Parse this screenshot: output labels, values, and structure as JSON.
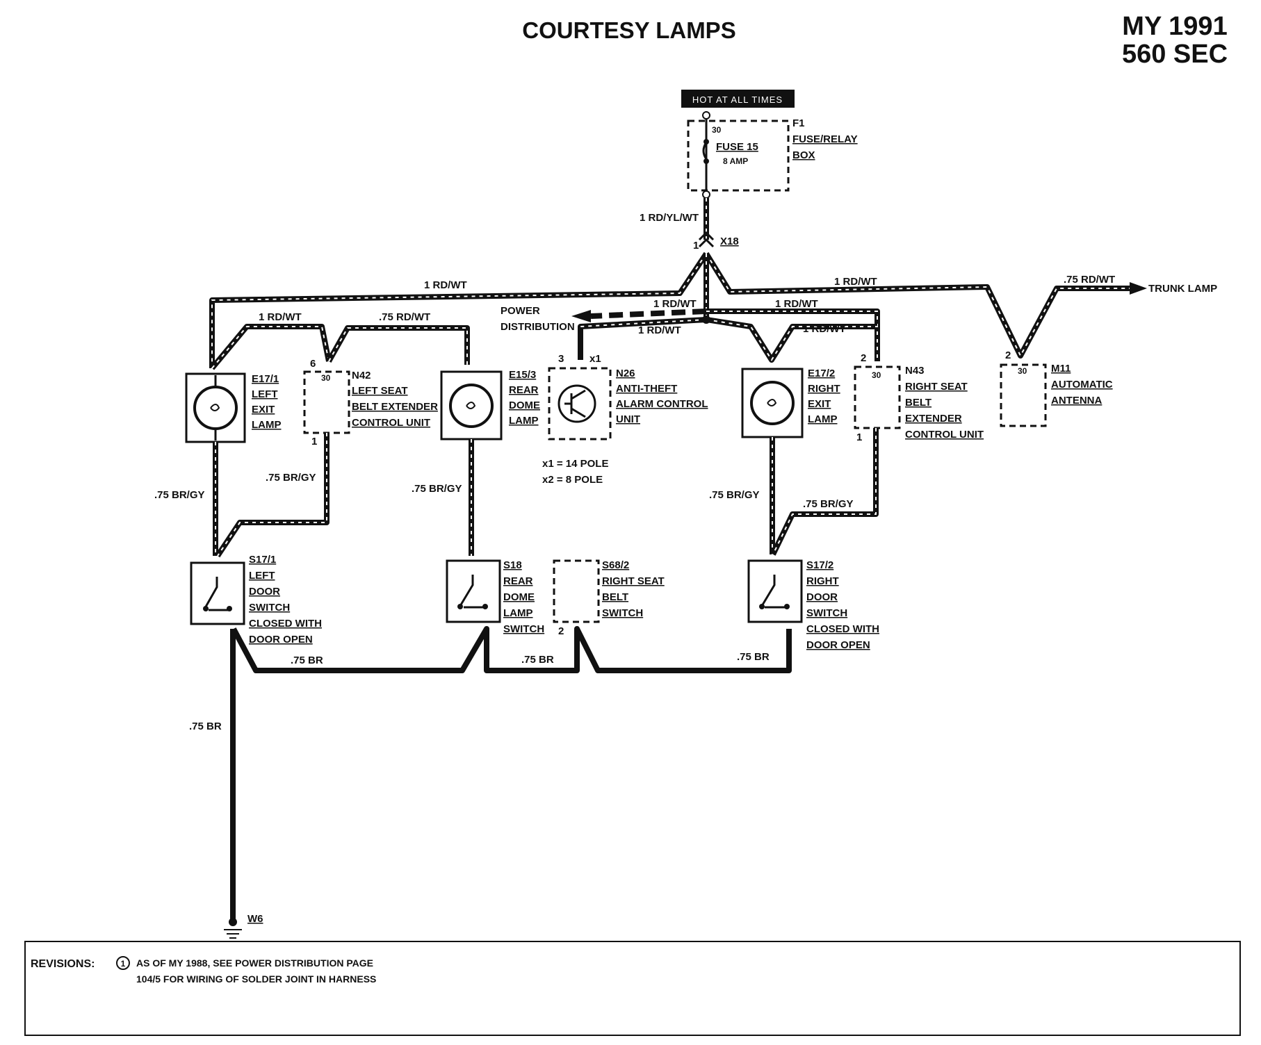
{
  "header": {
    "title": "COURTESY LAMPS",
    "model_year": "MY 1991",
    "model": "560 SEC"
  },
  "power": {
    "hot_label": "HOT AT ALL TIMES",
    "fuse_box": {
      "id": "F1",
      "name_lines": [
        "FUSE/RELAY",
        "BOX"
      ],
      "terminal": "30",
      "fuse": "FUSE 15",
      "rating": "8 AMP"
    },
    "feed_wire": "1 RD/YL/WT",
    "connector": {
      "id": "X18",
      "pin": "1"
    },
    "distribution_label_lines": [
      "POWER",
      "DISTRIBUTION"
    ],
    "trunk_label": "TRUNK LAMP"
  },
  "wires": {
    "rd_wt_top_left": "1 RD/WT",
    "rd_wt_top_right": "1 RD/WT",
    "rd_wt_trunk": ".75 RD/WT",
    "rd_wt_left_exit": "1 RD/WT",
    "rd_wt_n42": ".75 RD/WT",
    "rd_wt_dist": "1 RD/WT",
    "rd_wt_n43": "1 RD/WT",
    "rd_wt_mid": "1 RD/WT",
    "rd_wt_right_exit": "1 RD/WT",
    "br_gy_left": ".75 BR/GY",
    "br_gy_n42": ".75 BR/GY",
    "br_gy_rear": ".75 BR/GY",
    "br_gy_right": ".75 BR/GY",
    "br_gy_n43": ".75 BR/GY",
    "br_1": ".75 BR",
    "br_2": ".75 BR",
    "br_3": ".75 BR",
    "br_ground": ".75 BR"
  },
  "components": {
    "e17_1": {
      "id": "E17/1",
      "lines": [
        "LEFT",
        "EXIT",
        "LAMP"
      ]
    },
    "n42": {
      "id": "N42",
      "lines": [
        "LEFT SEAT",
        "BELT EXTENDER",
        "CONTROL UNIT"
      ],
      "pin_top": "6",
      "pin_bottom": "1",
      "terminal": "30"
    },
    "e15_3": {
      "id": "E15/3",
      "lines": [
        "REAR",
        "DOME",
        "LAMP"
      ]
    },
    "n26": {
      "id": "N26",
      "lines": [
        "ANTI-THEFT",
        "ALARM CONTROL",
        "UNIT"
      ],
      "pin": "3",
      "connector": "x1",
      "notes": [
        "x1 = 14 POLE",
        "x2 = 8 POLE"
      ]
    },
    "e17_2": {
      "id": "E17/2",
      "lines": [
        "RIGHT",
        "EXIT",
        "LAMP"
      ]
    },
    "n43": {
      "id": "N43",
      "lines": [
        "RIGHT SEAT",
        "BELT",
        "EXTENDER",
        "CONTROL UNIT"
      ],
      "pin_top": "2",
      "pin_bottom": "1",
      "terminal": "30"
    },
    "m11": {
      "id": "M11",
      "lines": [
        "AUTOMATIC",
        "ANTENNA"
      ],
      "pin": "2",
      "terminal": "30"
    },
    "s17_1": {
      "id": "S17/1",
      "lines": [
        "LEFT",
        "DOOR",
        "SWITCH",
        "CLOSED WITH",
        "DOOR OPEN"
      ]
    },
    "s18": {
      "id": "S18",
      "lines": [
        "REAR",
        "DOME",
        "LAMP",
        "SWITCH"
      ]
    },
    "s68_2": {
      "id": "S68/2",
      "lines": [
        "RIGHT SEAT",
        "BELT",
        "SWITCH"
      ],
      "pin": "2"
    },
    "s17_2": {
      "id": "S17/2",
      "lines": [
        "RIGHT",
        "DOOR",
        "SWITCH",
        "CLOSED WITH",
        "DOOR OPEN"
      ]
    },
    "ground": {
      "id": "W6"
    }
  },
  "revisions": {
    "label": "REVISIONS:",
    "marker": "1",
    "lines": [
      "AS OF MY 1988, SEE POWER DISTRIBUTION PAGE",
      "104/5 FOR WIRING OF SOLDER JOINT IN HARNESS"
    ]
  }
}
